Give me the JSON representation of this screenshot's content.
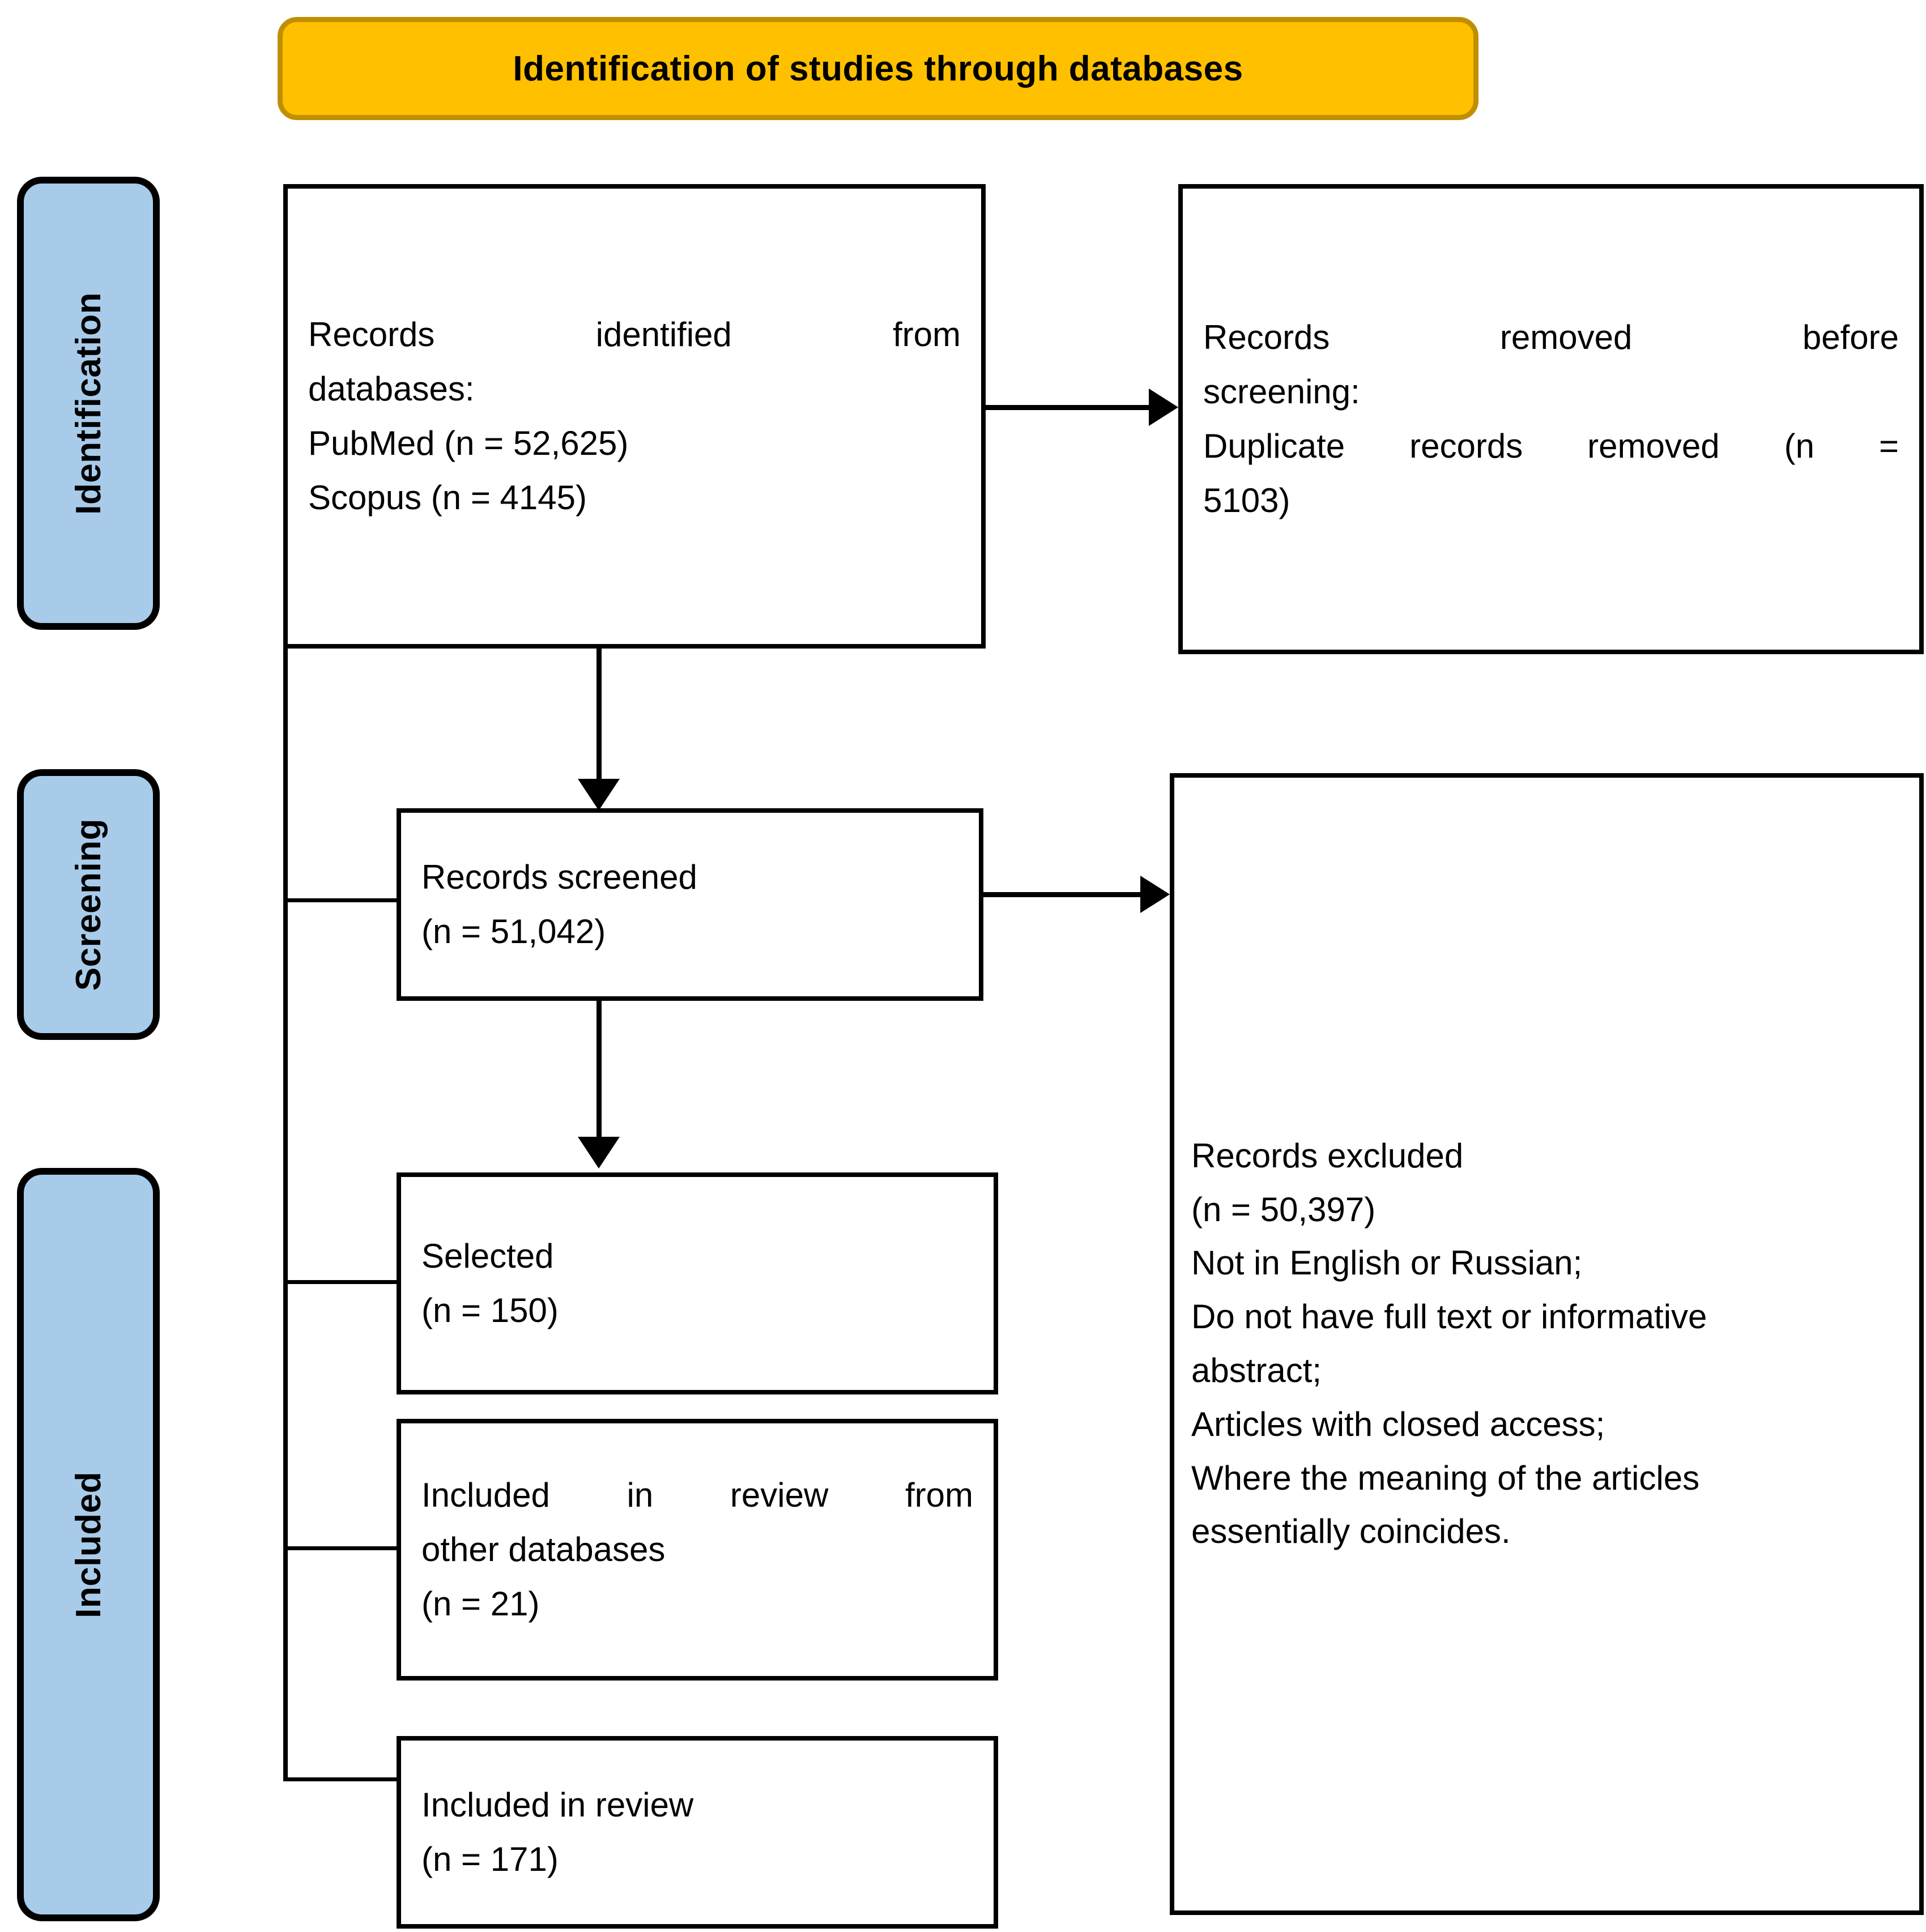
{
  "banner": {
    "title": "Identification of studies through databases"
  },
  "stages": [
    {
      "id": "identification",
      "label": "Identification"
    },
    {
      "id": "screening",
      "label": "Screening"
    },
    {
      "id": "included",
      "label": "Included"
    }
  ],
  "boxes": {
    "identified": {
      "lines": [
        "Records identified from",
        "databases:",
        "PubMed (n = 52,625)",
        "Scopus (n = 4145)"
      ]
    },
    "removed": {
      "lines": [
        "Records removed before",
        "screening:",
        "Duplicate records removed (n =",
        "5103)"
      ]
    },
    "screened": {
      "lines": [
        "Records screened",
        "(n = 51,042)"
      ]
    },
    "excluded": {
      "lines": [
        "Records excluded",
        "(n = 50,397)",
        "Not in English or Russian;",
        "Do not have full text or informative",
        "abstract;",
        "Articles with closed access;",
        "Where the meaning of the articles",
        "essentially coincides."
      ]
    },
    "selected": {
      "lines": [
        "Selected",
        "(n = 150)"
      ]
    },
    "other_databases": {
      "lines": [
        "Included in review from",
        "other databases",
        "(n = 21)"
      ]
    },
    "in_review": {
      "lines": [
        "Included in review",
        "(n = 171)"
      ]
    }
  },
  "colors": {
    "banner_fill": "#FFC000",
    "banner_border": "#BF8F00",
    "stage_pill_fill": "#A8CBEA",
    "line": "#000000"
  }
}
